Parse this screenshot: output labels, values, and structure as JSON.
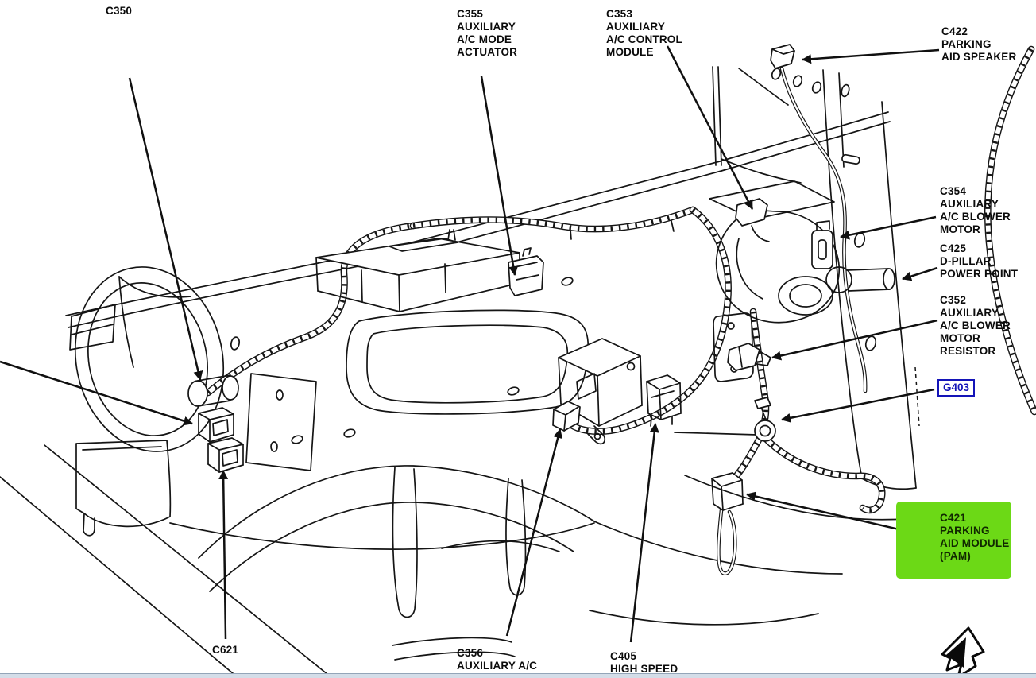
{
  "diagram": {
    "labels": {
      "c350": {
        "text": "C350"
      },
      "c355": {
        "text": "C355\nAUXILIARY\nA/C MODE\nACTUATOR"
      },
      "c353": {
        "text": "C353\nAUXILIARY\nA/C CONTROL\nMODULE"
      },
      "c422": {
        "text": "C422\nPARKING\nAID SPEAKER"
      },
      "c354": {
        "text": "C354\nAUXILIARY\nA/C BLOWER\nMOTOR"
      },
      "c425": {
        "text": "C425\nD-PILLAR\nPOWER POINT"
      },
      "c352": {
        "text": "C352\nAUXILIARY\nA/C BLOWER\nMOTOR\nRESISTOR"
      },
      "g403": {
        "text": "G403"
      },
      "c421": {
        "text": "C421\nPARKING\nAID MODULE\n(PAM)"
      },
      "c621": {
        "text": "C621"
      },
      "c356": {
        "text": "C356\nAUXILIARY A/C"
      },
      "c405": {
        "text": "C405\nHIGH SPEED"
      }
    },
    "colors": {
      "highlight_green": "#6cd916",
      "link_blue": "#1414b8",
      "line_black": "#151515",
      "bottom_edge_gray": "#d4dde8"
    },
    "icons": {
      "front_arrow": "front-of-vehicle-arrow"
    }
  }
}
